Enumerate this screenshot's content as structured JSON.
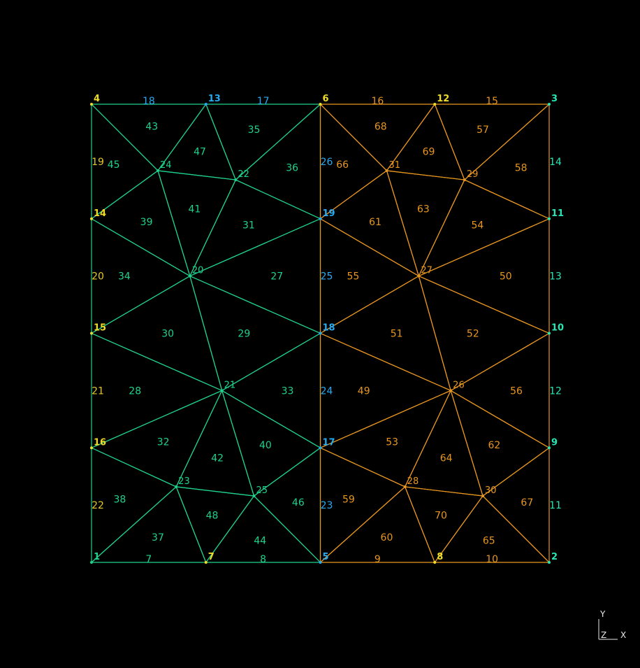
{
  "colors": {
    "background": "#000000",
    "left_mesh": "#1ed28c",
    "right_mesh": "#e8961e",
    "boundary_left_node": "#f0dc28",
    "boundary_top_node": "#28aaf0",
    "interface_node": "#28aaf0",
    "right_boundary_node": "#28e6b4",
    "edge_id_left": "#e6c828",
    "edge_id_top": "#28aaf0",
    "edge_id_interface": "#28aaf0",
    "edge_id_right": "#28e6b4"
  },
  "triad": {
    "y_label": "Y",
    "z_label": "Z",
    "x_label": "X"
  },
  "nodes": [
    {
      "id": "1",
      "p": [
        0,
        0
      ],
      "kind": "corner"
    },
    {
      "id": "2",
      "p": [
        2,
        0
      ],
      "kind": "corner"
    },
    {
      "id": "3",
      "p": [
        2,
        2
      ],
      "kind": "corner"
    },
    {
      "id": "4",
      "p": [
        0,
        2
      ],
      "kind": "corner"
    },
    {
      "id": "5",
      "p": [
        1,
        0
      ],
      "kind": "interface"
    },
    {
      "id": "6",
      "p": [
        1,
        2
      ],
      "kind": "corner"
    },
    {
      "id": "7",
      "p": [
        0.5,
        0
      ],
      "kind": "bottom"
    },
    {
      "id": "8",
      "p": [
        1.5,
        0
      ],
      "kind": "bottom"
    },
    {
      "id": "9",
      "p": [
        2,
        0.5
      ],
      "kind": "right"
    },
    {
      "id": "10",
      "p": [
        2,
        1
      ],
      "kind": "right"
    },
    {
      "id": "11",
      "p": [
        2,
        1.5
      ],
      "kind": "right"
    },
    {
      "id": "12",
      "p": [
        1.5,
        2
      ],
      "kind": "top"
    },
    {
      "id": "13",
      "p": [
        0.5,
        2
      ],
      "kind": "top"
    },
    {
      "id": "14",
      "p": [
        0,
        1.5
      ],
      "kind": "left"
    },
    {
      "id": "15",
      "p": [
        0,
        1
      ],
      "kind": "left"
    },
    {
      "id": "16",
      "p": [
        0,
        0.5
      ],
      "kind": "left"
    },
    {
      "id": "17",
      "p": [
        1,
        0.5
      ],
      "kind": "interface"
    },
    {
      "id": "18",
      "p": [
        1,
        1
      ],
      "kind": "interface"
    },
    {
      "id": "19",
      "p": [
        1,
        1.5
      ],
      "kind": "interface"
    },
    {
      "id": "20",
      "p": [
        0.43,
        1.25
      ],
      "kind": "inner"
    },
    {
      "id": "21",
      "p": [
        0.57,
        0.75
      ],
      "kind": "inner"
    },
    {
      "id": "22",
      "p": [
        0.63,
        1.67
      ],
      "kind": "inner"
    },
    {
      "id": "23",
      "p": [
        0.37,
        0.33
      ],
      "kind": "inner"
    },
    {
      "id": "24",
      "p": [
        0.29,
        1.71
      ],
      "kind": "inner"
    },
    {
      "id": "25",
      "p": [
        0.71,
        0.29
      ],
      "kind": "inner"
    },
    {
      "id": "26",
      "p": [
        1.57,
        0.75
      ],
      "kind": "inner"
    },
    {
      "id": "27",
      "p": [
        1.43,
        1.25
      ],
      "kind": "inner"
    },
    {
      "id": "28",
      "p": [
        1.37,
        0.33
      ],
      "kind": "inner"
    },
    {
      "id": "29",
      "p": [
        1.63,
        1.67
      ],
      "kind": "inner"
    },
    {
      "id": "30",
      "p": [
        1.71,
        0.29
      ],
      "kind": "inner"
    },
    {
      "id": "31",
      "p": [
        1.29,
        1.71
      ],
      "kind": "inner"
    }
  ],
  "elements_left": [
    {
      "id": "27",
      "n": [
        "20",
        "18",
        "19"
      ]
    },
    {
      "id": "28",
      "n": [
        "15",
        "16",
        "21"
      ]
    },
    {
      "id": "29",
      "n": [
        "20",
        "21",
        "18"
      ]
    },
    {
      "id": "30",
      "n": [
        "15",
        "21",
        "20"
      ]
    },
    {
      "id": "31",
      "n": [
        "20",
        "19",
        "22"
      ]
    },
    {
      "id": "32",
      "n": [
        "16",
        "23",
        "21"
      ]
    },
    {
      "id": "33",
      "n": [
        "21",
        "17",
        "18"
      ]
    },
    {
      "id": "34",
      "n": [
        "14",
        "15",
        "20"
      ]
    },
    {
      "id": "35",
      "n": [
        "13",
        "6",
        "22"
      ]
    },
    {
      "id": "36",
      "n": [
        "6",
        "19",
        "22"
      ]
    },
    {
      "id": "37",
      "n": [
        "1",
        "7",
        "23"
      ]
    },
    {
      "id": "38",
      "n": [
        "1",
        "23",
        "16"
      ]
    },
    {
      "id": "39",
      "n": [
        "14",
        "20",
        "24"
      ]
    },
    {
      "id": "40",
      "n": [
        "21",
        "25",
        "17"
      ]
    },
    {
      "id": "41",
      "n": [
        "20",
        "22",
        "24"
      ]
    },
    {
      "id": "42",
      "n": [
        "21",
        "23",
        "25"
      ]
    },
    {
      "id": "43",
      "n": [
        "4",
        "13",
        "24"
      ]
    },
    {
      "id": "44",
      "n": [
        "7",
        "5",
        "25"
      ]
    },
    {
      "id": "45",
      "n": [
        "4",
        "24",
        "14"
      ]
    },
    {
      "id": "46",
      "n": [
        "5",
        "17",
        "25"
      ]
    },
    {
      "id": "47",
      "n": [
        "13",
        "22",
        "24"
      ]
    },
    {
      "id": "48",
      "n": [
        "7",
        "25",
        "23"
      ]
    }
  ],
  "elements_right": [
    {
      "id": "49",
      "n": [
        "18",
        "17",
        "26"
      ]
    },
    {
      "id": "50",
      "n": [
        "27",
        "10",
        "11"
      ]
    },
    {
      "id": "51",
      "n": [
        "18",
        "26",
        "27"
      ]
    },
    {
      "id": "52",
      "n": [
        "26",
        "10",
        "27"
      ]
    },
    {
      "id": "53",
      "n": [
        "17",
        "28",
        "26"
      ]
    },
    {
      "id": "54",
      "n": [
        "27",
        "11",
        "29"
      ]
    },
    {
      "id": "55",
      "n": [
        "19",
        "18",
        "27"
      ]
    },
    {
      "id": "56",
      "n": [
        "26",
        "9",
        "10"
      ]
    },
    {
      "id": "57",
      "n": [
        "12",
        "3",
        "29"
      ]
    },
    {
      "id": "58",
      "n": [
        "3",
        "11",
        "29"
      ]
    },
    {
      "id": "59",
      "n": [
        "5",
        "28",
        "17"
      ]
    },
    {
      "id": "60",
      "n": [
        "5",
        "8",
        "28"
      ]
    },
    {
      "id": "61",
      "n": [
        "19",
        "27",
        "31"
      ]
    },
    {
      "id": "62",
      "n": [
        "26",
        "30",
        "9"
      ]
    },
    {
      "id": "63",
      "n": [
        "27",
        "29",
        "31"
      ]
    },
    {
      "id": "64",
      "n": [
        "26",
        "28",
        "30"
      ]
    },
    {
      "id": "65",
      "n": [
        "8",
        "2",
        "30"
      ]
    },
    {
      "id": "66",
      "n": [
        "6",
        "19",
        "31"
      ]
    },
    {
      "id": "67",
      "n": [
        "2",
        "9",
        "30"
      ]
    },
    {
      "id": "68",
      "n": [
        "6",
        "31",
        "12"
      ]
    },
    {
      "id": "69",
      "n": [
        "12",
        "31",
        "29"
      ]
    },
    {
      "id": "70",
      "n": [
        "8",
        "30",
        "28"
      ]
    }
  ],
  "edges": [
    {
      "id": "7",
      "a": "1",
      "b": "7",
      "side": "bottom-left"
    },
    {
      "id": "8",
      "a": "7",
      "b": "5",
      "side": "bottom-left"
    },
    {
      "id": "9",
      "a": "5",
      "b": "8",
      "side": "bottom-right"
    },
    {
      "id": "10",
      "a": "8",
      "b": "2",
      "side": "bottom-right"
    },
    {
      "id": "11",
      "a": "2",
      "b": "9",
      "side": "right"
    },
    {
      "id": "12",
      "a": "9",
      "b": "10",
      "side": "right"
    },
    {
      "id": "13",
      "a": "10",
      "b": "11",
      "side": "right"
    },
    {
      "id": "14",
      "a": "11",
      "b": "3",
      "side": "right"
    },
    {
      "id": "15",
      "a": "3",
      "b": "12",
      "side": "top-right"
    },
    {
      "id": "16",
      "a": "12",
      "b": "6",
      "side": "top-right"
    },
    {
      "id": "17",
      "a": "6",
      "b": "13",
      "side": "top-left"
    },
    {
      "id": "18",
      "a": "13",
      "b": "4",
      "side": "top-left"
    },
    {
      "id": "19",
      "a": "4",
      "b": "14",
      "side": "left"
    },
    {
      "id": "20",
      "a": "14",
      "b": "15",
      "side": "left"
    },
    {
      "id": "21",
      "a": "15",
      "b": "16",
      "side": "left"
    },
    {
      "id": "22",
      "a": "16",
      "b": "1",
      "side": "left"
    },
    {
      "id": "23",
      "a": "5",
      "b": "17",
      "side": "interface"
    },
    {
      "id": "24",
      "a": "17",
      "b": "18",
      "side": "interface"
    },
    {
      "id": "25",
      "a": "18",
      "b": "19",
      "side": "interface"
    },
    {
      "id": "26",
      "a": "19",
      "b": "6",
      "side": "interface"
    }
  ]
}
